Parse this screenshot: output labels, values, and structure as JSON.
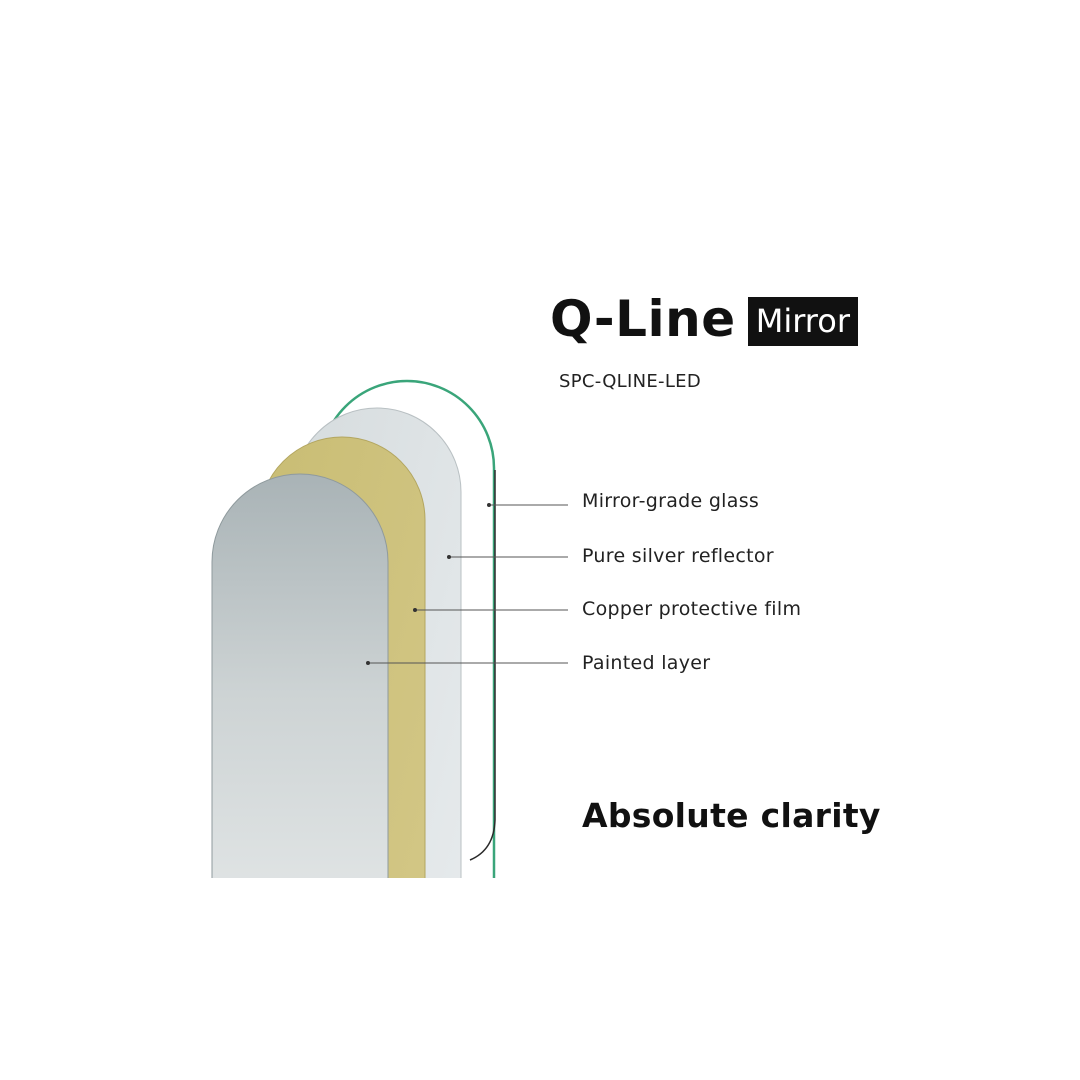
{
  "title": {
    "main": "Q-Line",
    "badge": "Mirror"
  },
  "model_code": "SPC-QLINE-LED",
  "layers": [
    {
      "label": "Mirror-grade glass"
    },
    {
      "label": "Pure silver reflector"
    },
    {
      "label": "Copper protective film"
    },
    {
      "label": "Painted layer"
    }
  ],
  "tagline": "Absolute clarity",
  "colors": {
    "glass_edge": "#3aa57a",
    "silver": "#dfe4e6",
    "copper": "#cfc27d",
    "painted_top": "#aeb8bb",
    "painted_bottom": "#f2f4f4",
    "leader": "#555555",
    "badge_bg": "#111111"
  }
}
